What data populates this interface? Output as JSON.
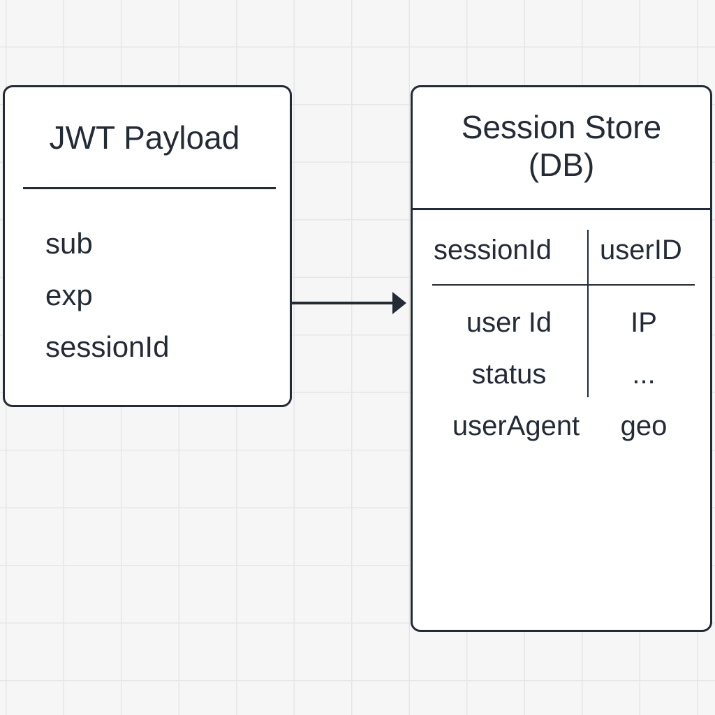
{
  "jwt_payload": {
    "title": "JWT Payload",
    "fields": [
      "sub",
      "exp",
      "sessionId"
    ]
  },
  "session_store": {
    "title_line1": "Session Store",
    "title_line2": "(DB)",
    "columns": [
      "sessionId",
      "userID"
    ],
    "rows": [
      [
        "user Id",
        "IP"
      ],
      [
        "status",
        "..."
      ],
      [
        "userAgent",
        "geo"
      ]
    ]
  },
  "colors": {
    "stroke": "#232b36",
    "background": "#f6f6f6",
    "grid": "#e6e6e6",
    "box_fill": "#ffffff"
  }
}
